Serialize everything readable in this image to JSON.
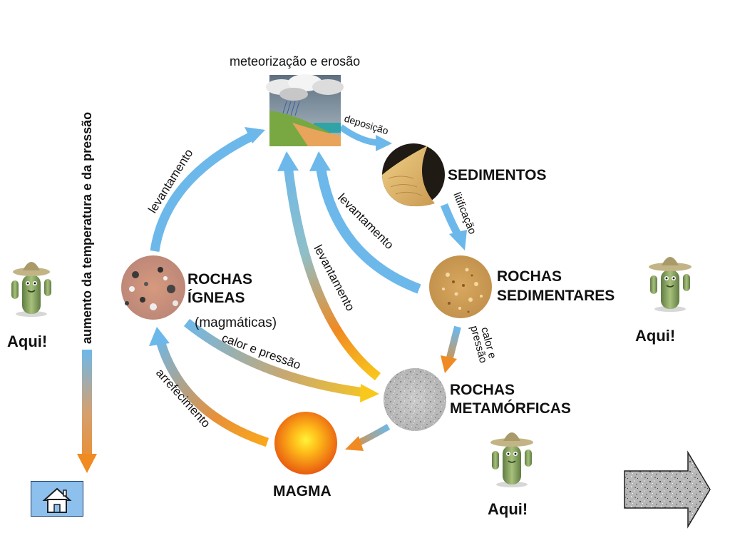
{
  "diagram": {
    "weathering_label": "meteorização e erosão",
    "nodes": {
      "sedimentos": "SEDIMENTOS",
      "igneas_line1": "ROCHAS",
      "igneas_line2": "ÍGNEAS",
      "igneas_sub": "(magmáticas)",
      "sedimentares_line1": "ROCHAS",
      "sedimentares_line2": "SEDIMENTARES",
      "metamorficas_line1": "ROCHAS",
      "metamorficas_line2": "METAMÓRFICAS",
      "magma": "MAGMA"
    },
    "arrows": {
      "deposicao": "deposição",
      "litificacao": "litificação",
      "levantamento_left": "levantamento",
      "levantamento_sed": "levantamento",
      "levantamento_met": "levantamento",
      "calor_pressao_1": "calor e pressão",
      "calor_pressao_2_line1": "calor e",
      "calor_pressao_2_line2": "pressão",
      "arrefecimento": "arrefecimento"
    },
    "scale_label": "aumento da temperatura e da pressão"
  },
  "markers": {
    "left": "Aqui!",
    "right": "Aqui!",
    "bottom": "Aqui!"
  },
  "nav": {
    "home_icon": "house-icon",
    "next_icon": "arrow-right-icon"
  },
  "colors": {
    "arrow_blue": "#6db8ea",
    "arrow_orange": "#f28c1e",
    "arrow_yellow": "#f9c81c",
    "home_button": "#8ec0ee",
    "cactus": "#7a9a56",
    "hat": "#c3b486"
  }
}
